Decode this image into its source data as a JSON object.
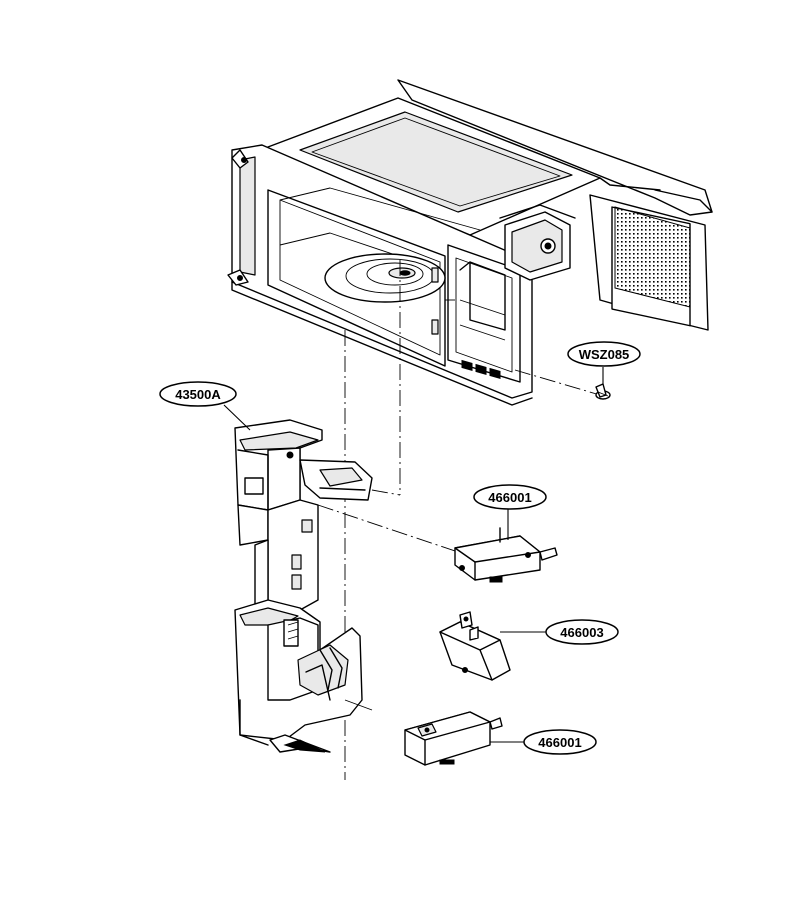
{
  "parts": [
    {
      "id": "screw",
      "label": "WSZ085"
    },
    {
      "id": "bracket",
      "label": "43500A"
    },
    {
      "id": "switch_upper",
      "label": "466001"
    },
    {
      "id": "switch_middle",
      "label": "466003"
    },
    {
      "id": "switch_lower",
      "label": "466001"
    }
  ]
}
